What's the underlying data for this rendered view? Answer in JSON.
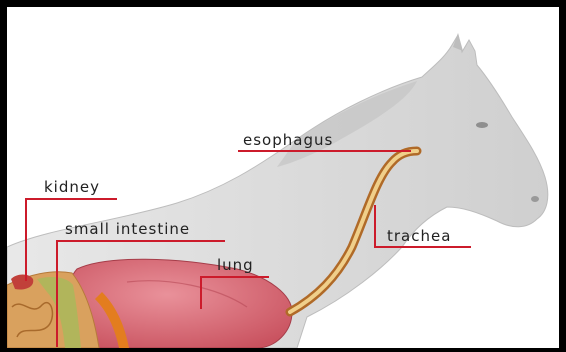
{
  "labels": {
    "esophagus": "esophagus",
    "trachea": "trachea",
    "kidney": "kidney",
    "small_intestine": "small intestine",
    "lung": "lung"
  },
  "colors": {
    "leader_line": "#cc1b2b",
    "horse_silhouette": "#d8d8d8",
    "lung": "#d96a76",
    "intestine": "#d99a5a",
    "esophagus_tube": "#e6b86a",
    "background": "#ffffff",
    "frame": "#000000"
  }
}
